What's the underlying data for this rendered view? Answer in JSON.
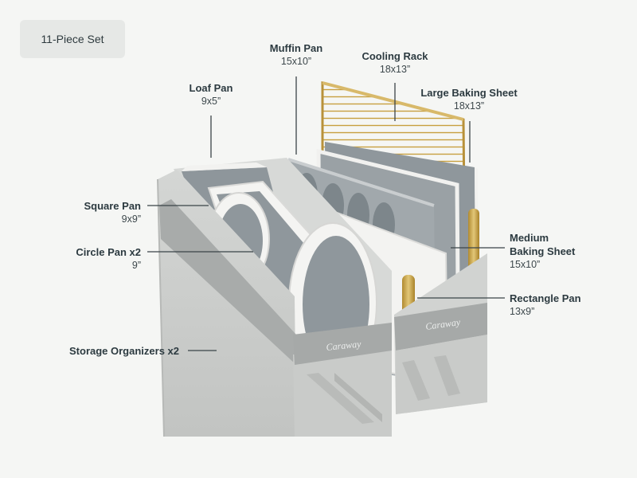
{
  "badge": {
    "label": "11-Piece Set"
  },
  "brand": {
    "organizer_text": "Caraway"
  },
  "callouts": {
    "loaf_pan": {
      "title": "Loaf Pan",
      "dims": "9x5”"
    },
    "muffin_pan": {
      "title": "Muffin Pan",
      "dims": "15x10”"
    },
    "cooling_rack": {
      "title": "Cooling Rack",
      "dims": "18x13”"
    },
    "large_baking_sheet": {
      "title": "Large Baking Sheet",
      "dims": "18x13”"
    },
    "square_pan": {
      "title": "Square Pan",
      "dims": "9x9”"
    },
    "circle_pan": {
      "title": "Circle Pan x2",
      "dims": "9”"
    },
    "medium_baking_sheet": {
      "title": "Medium Baking Sheet",
      "title_line1": "Medium",
      "title_line2": "Baking Sheet",
      "dims": "15x10”"
    },
    "rectangle_pan": {
      "title": "Rectangle Pan",
      "dims": "13x9”"
    },
    "storage_organizers": {
      "title": "Storage Organizers x2"
    }
  },
  "colors": {
    "background": "#f5f6f4",
    "organizer": "#c8cac8",
    "organizer_dark": "#a9acaa",
    "pan_gray": "#8e969b",
    "pan_white": "#f4f4f2",
    "gold": "#c9a548",
    "leader_line": "#3a4448"
  }
}
